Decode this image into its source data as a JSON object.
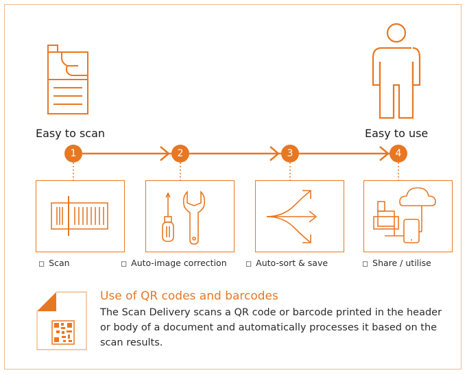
{
  "colors": {
    "accent": "#e87722",
    "border": "#f0b98a",
    "text": "#2a2a2a"
  },
  "top": {
    "left_label": "Easy to scan",
    "right_label": "Easy to use",
    "left_icon": "printer-icon",
    "right_icon": "person-icon"
  },
  "steps": [
    {
      "num": "1",
      "label": "Scan",
      "bullet": "◻",
      "icon": "barcode-icon"
    },
    {
      "num": "2",
      "label": "Auto-image correction",
      "bullet": "◻",
      "icon": "tools-icon"
    },
    {
      "num": "3",
      "label": "Auto-sort & save",
      "bullet": "◻",
      "icon": "branching-arrows-icon"
    },
    {
      "num": "4",
      "label": "Share / utilise",
      "bullet": "◻",
      "icon": "devices-cloud-icon"
    }
  ],
  "qr_section": {
    "title": "Use of QR codes and barcodes",
    "description": "The Scan Delivery scans a QR code or barcode printed in the header or body of a document and automatically processes it based on the scan results.",
    "icon": "qr-document-icon"
  }
}
